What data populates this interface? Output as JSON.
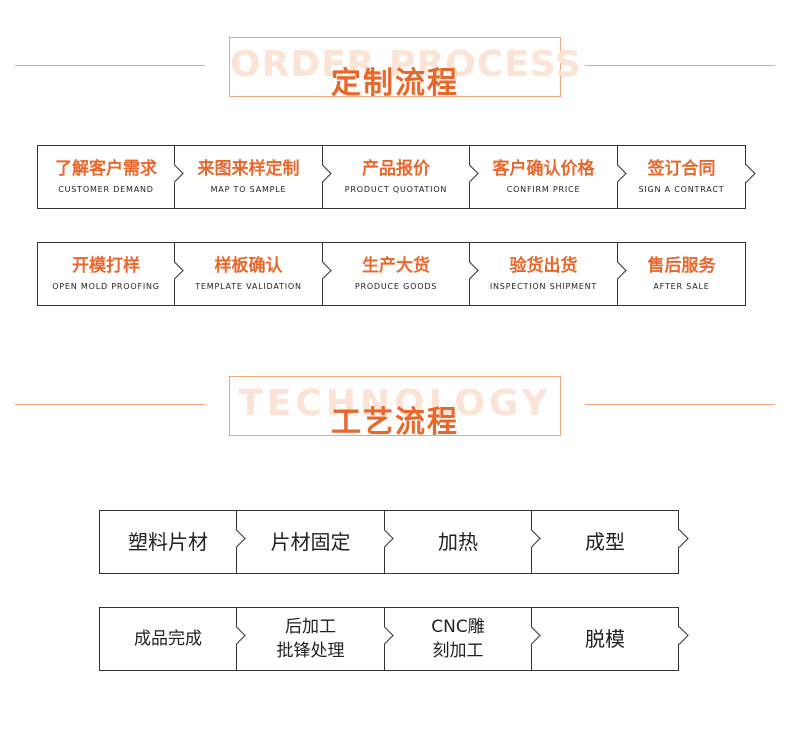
{
  "section1": {
    "ghost": "ORDER PROCESS",
    "title": "定制流程",
    "rows": [
      [
        {
          "cn": "了解客户需求",
          "en": "CUSTOMER DEMAND"
        },
        {
          "cn": "来图来样定制",
          "en": "MAP TO SAMPLE"
        },
        {
          "cn": "产品报价",
          "en": "PRODUCT QUOTATION"
        },
        {
          "cn": "客户确认价格",
          "en": "CONFIRM PRICE"
        },
        {
          "cn": "签订合同",
          "en": "SIGN A CONTRACT"
        }
      ],
      [
        {
          "cn": "开模打样",
          "en": "OPEN MOLD PROOFING"
        },
        {
          "cn": "样板确认",
          "en": "TEMPLATE VALIDATION"
        },
        {
          "cn": "生产大货",
          "en": "PRODUCE GOODS"
        },
        {
          "cn": "验货出货",
          "en": "INSPECTION SHIPMENT"
        },
        {
          "cn": "售后服务",
          "en": "AFTER SALE"
        }
      ]
    ]
  },
  "section2": {
    "ghost": "TECHNOLOGY",
    "title": "工艺流程",
    "rows": [
      [
        {
          "l1": "塑料片材",
          "l2": ""
        },
        {
          "l1": "片材固定",
          "l2": ""
        },
        {
          "l1": "加热",
          "l2": ""
        },
        {
          "l1": "成型",
          "l2": ""
        }
      ],
      [
        {
          "l1": "成品完成",
          "l2": ""
        },
        {
          "l1": "后加工",
          "l2": "批锋处理"
        },
        {
          "l1": "CNC雕",
          "l2": "刻加工"
        },
        {
          "l1": "脱模",
          "l2": ""
        }
      ]
    ]
  },
  "colors": {
    "accent": "#e8672b",
    "line": "#f0a57a",
    "ghost": "#fbe3d6",
    "border": "#333333"
  }
}
